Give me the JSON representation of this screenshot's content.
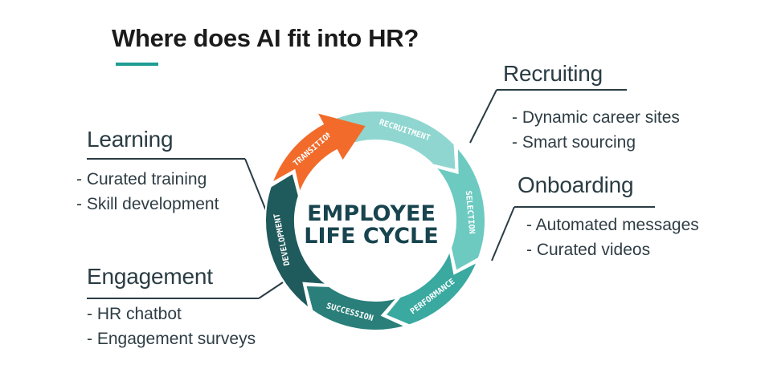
{
  "title": "Where does AI fit into HR?",
  "wheel": {
    "center_line1": "EMPLOYEE",
    "center_line2": "LIFE CYCLE",
    "stages": [
      "RECRUITMENT",
      "SELECTION",
      "PERFORMANCE",
      "SUCCESSION",
      "DEVELOPMENT",
      "TRANSITION"
    ]
  },
  "sections": {
    "recruiting": {
      "heading": "Recruiting",
      "bullets": [
        "- Dynamic career sites",
        "- Smart sourcing"
      ]
    },
    "onboarding": {
      "heading": "Onboarding",
      "bullets": [
        "- Automated messages",
        "- Curated videos"
      ]
    },
    "learning": {
      "heading": "Learning",
      "bullets": [
        "- Curated training",
        "- Skill development"
      ]
    },
    "engagement": {
      "heading": "Engagement",
      "bullets": [
        "- HR chatbot",
        "- Engagement surveys"
      ]
    }
  },
  "colors": {
    "recruitment": "#8fd6d0",
    "selection": "#6ccac1",
    "performance": "#3aa9a0",
    "succession": "#2a7f7a",
    "development": "#1f5a5c",
    "transition": "#f26b2a",
    "accent": "#1d9d93"
  }
}
